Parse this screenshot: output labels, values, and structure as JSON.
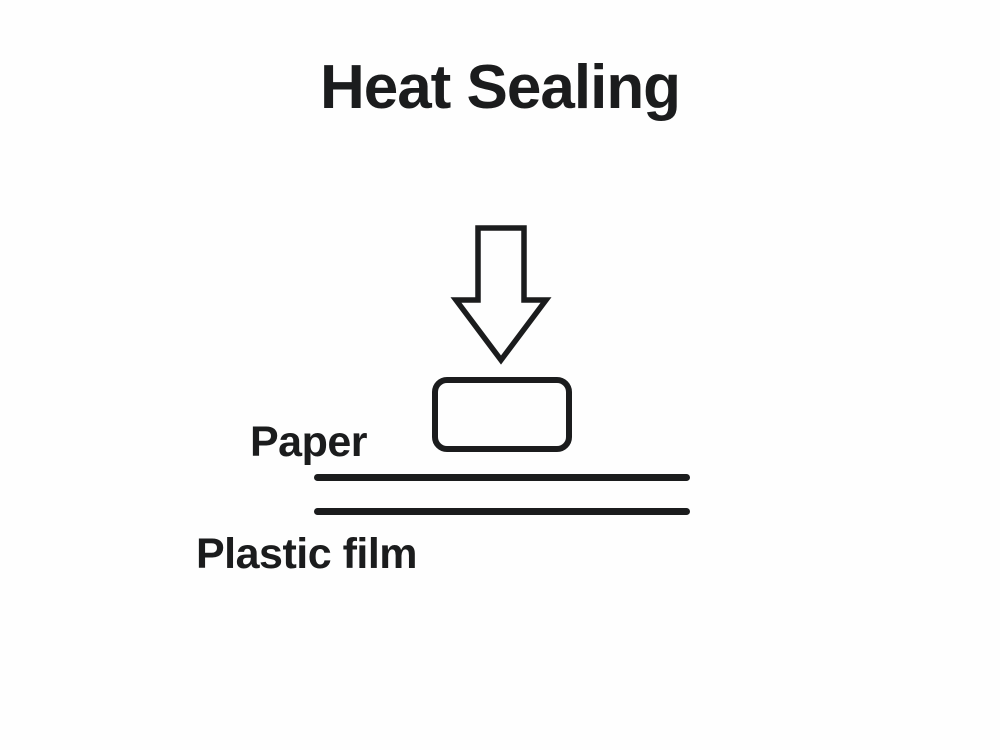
{
  "diagram": {
    "title": "Heat Sealing",
    "labels": {
      "paper": "Paper",
      "plastic_film": "Plastic film"
    },
    "icons": {
      "down_arrow": "down-arrow-icon"
    }
  },
  "colors": {
    "ink": "#1b1c1d",
    "background": "#fefefe"
  }
}
